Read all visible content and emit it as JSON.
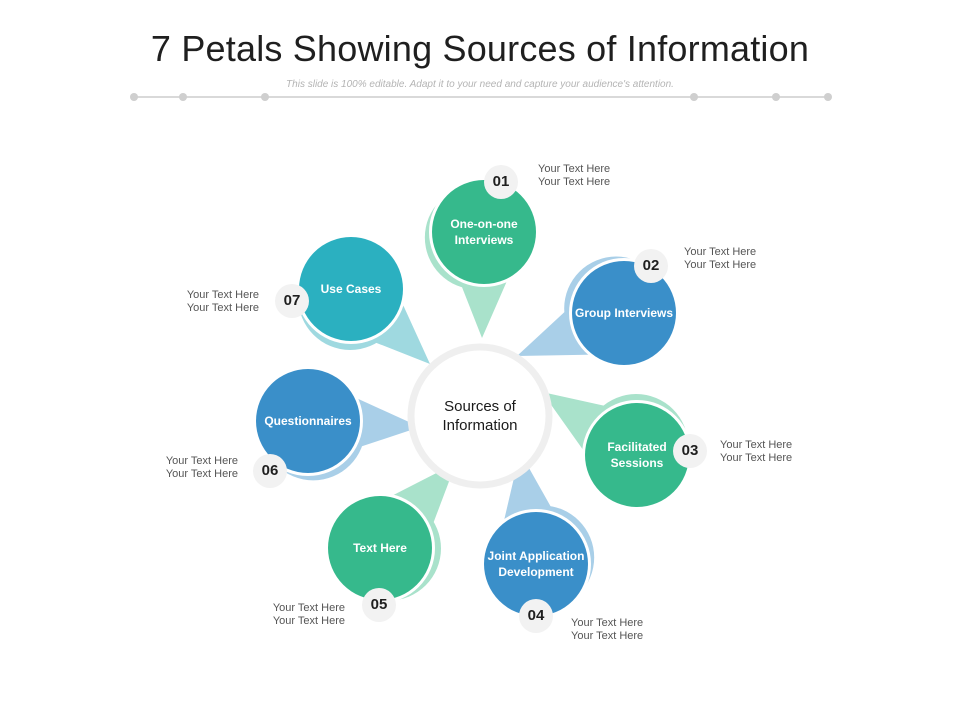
{
  "slide": {
    "title": "7 Petals Showing Sources of Information",
    "subtitle": "This slide is 100% editable. Adapt it to your need and capture your audience's attention."
  },
  "center": {
    "label": "Sources of Information"
  },
  "colors": {
    "teal": "#2bb0c0",
    "green": "#36b98c",
    "blue": "#3a8fc9",
    "teal_light": "#9fd9e0",
    "green_light": "#a9e2cb",
    "blue_light": "#a9cfe8"
  },
  "petals": [
    {
      "number": "01",
      "label": "One-on-one Interviews",
      "color": "green",
      "note": [
        "Your Text Here",
        "Your Text Here"
      ]
    },
    {
      "number": "02",
      "label": "Group Interviews",
      "color": "blue",
      "note": [
        "Your Text Here",
        "Your Text Here"
      ]
    },
    {
      "number": "03",
      "label": "Facilitated Sessions",
      "color": "green",
      "note": [
        "Your Text Here",
        "Your Text Here"
      ]
    },
    {
      "number": "04",
      "label": "Joint Application Development",
      "color": "blue",
      "note": [
        "Your Text Here",
        "Your Text Here"
      ]
    },
    {
      "number": "05",
      "label": "Text Here",
      "color": "green",
      "note": [
        "Your Text Here",
        "Your Text Here"
      ]
    },
    {
      "number": "06",
      "label": "Questionnaires",
      "color": "blue",
      "note": [
        "Your Text Here",
        "Your Text Here"
      ]
    },
    {
      "number": "07",
      "label": "Use Cases",
      "color": "teal",
      "note": [
        "Your Text Here",
        "Your Text Here"
      ]
    }
  ]
}
